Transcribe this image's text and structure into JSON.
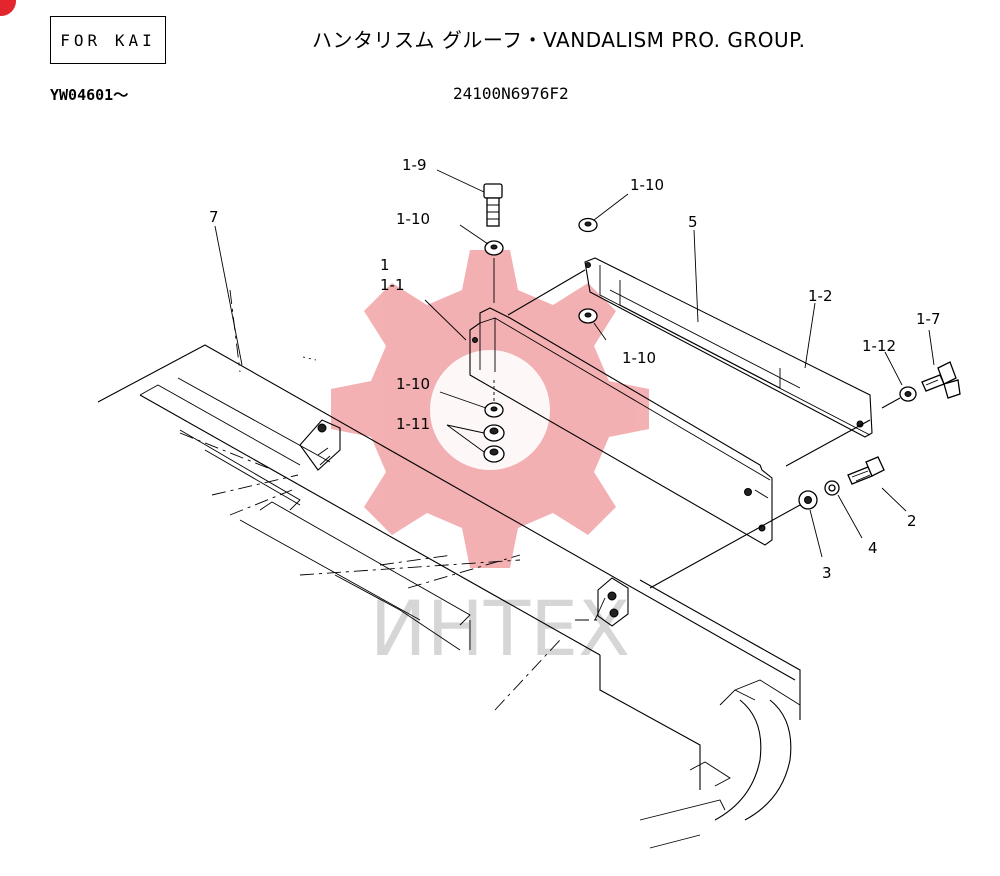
{
  "header": {
    "box_label": "FOR KAI",
    "title": "ハンタリスム グルーフ・VANDALISM PRO. GROUP.",
    "serial": "YW04601〜",
    "part_number": "24100N6976F2"
  },
  "watermark": {
    "text": "ИНТЕХ",
    "gear_color": "#f2a3a6",
    "text_color": "#d0d0d0"
  },
  "badge_color": "#e3262e",
  "callouts": {
    "c1_9": "1-9",
    "c1_10_a": "1-10",
    "c1_10_b": "1-10",
    "c1_10_c": "1-10",
    "c1_10_d": "1-10",
    "c1_11": "1-11",
    "c1": "1",
    "c1_1": "1-1",
    "c1_2": "1-2",
    "c1_7": "1-7",
    "c1_12": "1-12",
    "c2": "2",
    "c3": "3",
    "c4": "4",
    "c5": "5",
    "c7": "7"
  }
}
